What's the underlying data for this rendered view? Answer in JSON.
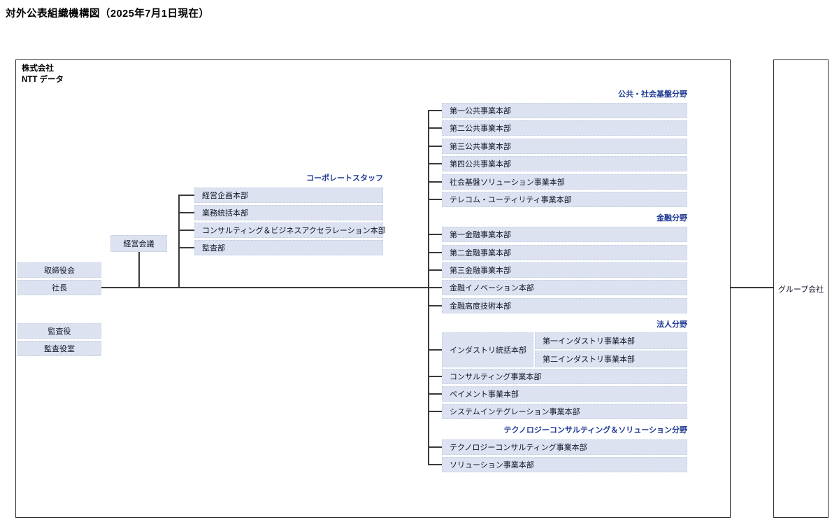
{
  "title": "対外公表組織機構図（2025年7月1日現在）",
  "company": {
    "line1": "株式会社",
    "line2": "NTT データ"
  },
  "executive": {
    "board": "取締役会",
    "president": "社長",
    "auditor": "監査役",
    "auditor_office": "監査役室",
    "management_meeting": "経営会議"
  },
  "corporate_staff": {
    "heading": "コーポレートスタッフ",
    "units": [
      "経営企画本部",
      "業務統括本部",
      "コンサルティング＆ビジネスアクセラレーション本部",
      "監査部"
    ]
  },
  "divisions": [
    {
      "heading": "公共・社会基盤分野",
      "units": [
        "第一公共事業本部",
        "第二公共事業本部",
        "第三公共事業本部",
        "第四公共事業本部",
        "社会基盤ソリューション事業本部",
        "テレコム・ユーティリティ事業本部"
      ]
    },
    {
      "heading": "金融分野",
      "units": [
        "第一金融事業本部",
        "第二金融事業本部",
        "第三金融事業本部",
        "金融イノベーション本部",
        "金融高度技術本部"
      ]
    },
    {
      "heading": "法人分野",
      "parent_unit": "インダストリ統括本部",
      "child_units": [
        "第一インダストリ事業本部",
        "第二インダストリ事業本部"
      ],
      "units": [
        "コンサルティング事業本部",
        "ペイメント事業本部",
        "システムインテグレーション事業本部"
      ]
    },
    {
      "heading": "テクノロジーコンサルティング＆ソリューション分野",
      "units": [
        "テクノロジーコンサルティング事業本部",
        "ソリューション事業本部"
      ]
    }
  ],
  "group_company": {
    "label": "グループ会社"
  },
  "colors": {
    "box_fill": "#dce2f0",
    "heading_text": "#1f3a93",
    "line": "#3a3a3a"
  }
}
